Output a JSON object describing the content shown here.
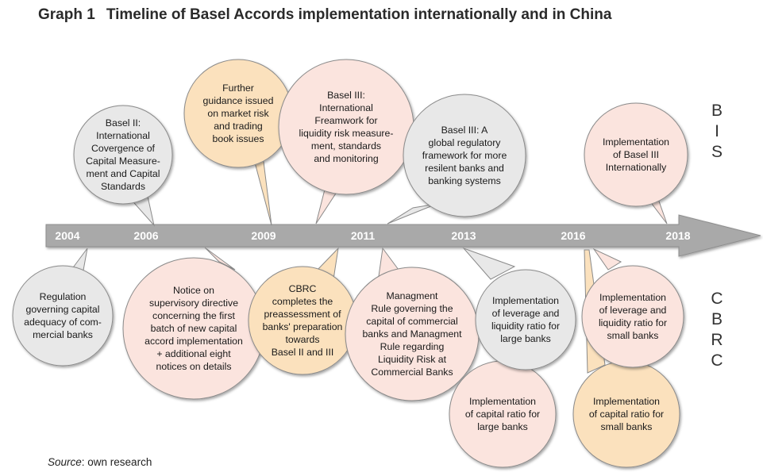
{
  "title": {
    "number": "Graph 1",
    "text": "Timeline of Basel Accords implementation internationally and in China"
  },
  "source": {
    "label": "Source",
    "text": ": own research"
  },
  "side_labels": {
    "top": [
      "B",
      "I",
      "S"
    ],
    "bottom": [
      "C",
      "B",
      "R",
      "C"
    ]
  },
  "colors": {
    "gray_bubble": "#e8e8e8",
    "orange_bubble": "#fbe1bd",
    "pink_bubble": "#fbe4de",
    "arrow": "#a9a9a9"
  },
  "timeline": {
    "years": [
      "2004",
      "2006",
      "2009",
      "2011",
      "2013",
      "2016",
      "2018"
    ]
  },
  "bis_events": [
    {
      "lines": [
        "Basel II:",
        "International",
        "Covergence of",
        "Capital Measure-",
        "ment and Capital",
        "Standards"
      ],
      "color": "gray"
    },
    {
      "lines": [
        "Further",
        "guidance issued",
        "on market risk",
        "and trading",
        "book issues"
      ],
      "color": "orange"
    },
    {
      "lines": [
        "Basel III:",
        "International",
        "Freamwork for",
        "liquidity risk measure-",
        "ment, standards",
        "and monitoring"
      ],
      "color": "pink"
    },
    {
      "lines": [
        "Basel III: A",
        "global regulatory",
        "framework for more",
        "resilent banks and",
        "banking systems"
      ],
      "color": "gray"
    },
    {
      "lines": [
        "Implementation",
        "of Basel III",
        "Internationally"
      ],
      "color": "pink"
    }
  ],
  "cbrc_events": [
    {
      "lines": [
        "Regulation",
        "governing capital",
        "adequacy of com-",
        "mercial banks"
      ],
      "color": "gray"
    },
    {
      "lines": [
        "Notice on",
        "supervisory directive",
        "concerning the first",
        "batch of new capital",
        "accord implementation",
        "+ additional eight",
        "notices on details"
      ],
      "color": "pink"
    },
    {
      "lines": [
        "CBRC",
        "completes the",
        "preassessment of",
        "banks' preparation",
        "towards",
        "Basel II and III"
      ],
      "color": "orange"
    },
    {
      "lines": [
        "Managment",
        "Rule governing the",
        "capital of commercial",
        "banks and Managment",
        "Rule regarding",
        "Liquidity Risk at",
        "Commercial Banks"
      ],
      "color": "pink"
    },
    {
      "lines": [
        "Implementation",
        "of capital ratio for",
        "large banks"
      ],
      "color": "pink"
    },
    {
      "lines": [
        "Implementation",
        "of leverage and",
        "liquidity ratio for",
        "large banks"
      ],
      "color": "gray"
    },
    {
      "lines": [
        "Implementation",
        "of capital ratio for",
        "small banks"
      ],
      "color": "orange"
    },
    {
      "lines": [
        "Implementation",
        "of leverage and",
        "liquidity ratio for",
        "small banks"
      ],
      "color": "pink"
    }
  ]
}
